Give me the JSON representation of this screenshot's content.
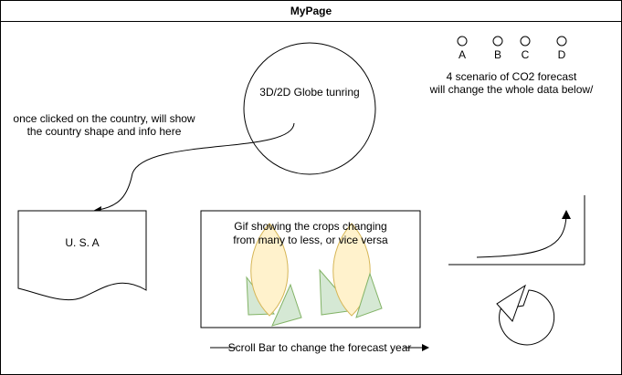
{
  "page": {
    "title": "MyPage"
  },
  "globe": {
    "label": "3D/2D Globe tunring"
  },
  "country_note": {
    "line1": "once clicked on the country, will show",
    "line2": "the country shape and info here"
  },
  "country_card": {
    "label": "U. S. A"
  },
  "scenarios": {
    "options": [
      "A",
      "B",
      "C",
      "D"
    ],
    "note_line1": "4 scenario of CO2 forecast",
    "note_line2": "will change the whole data below/"
  },
  "crops_box": {
    "line1": "Gif showing the crops changing",
    "line2": "from many to less, or vice versa"
  },
  "scroll_bar": {
    "label": "Scroll Bar to change the forecast year"
  },
  "colors": {
    "corn_fill": "#fff2cc",
    "corn_stroke": "#d6b656",
    "leaf_fill": "#d5e8d4",
    "leaf_stroke": "#82b366"
  }
}
